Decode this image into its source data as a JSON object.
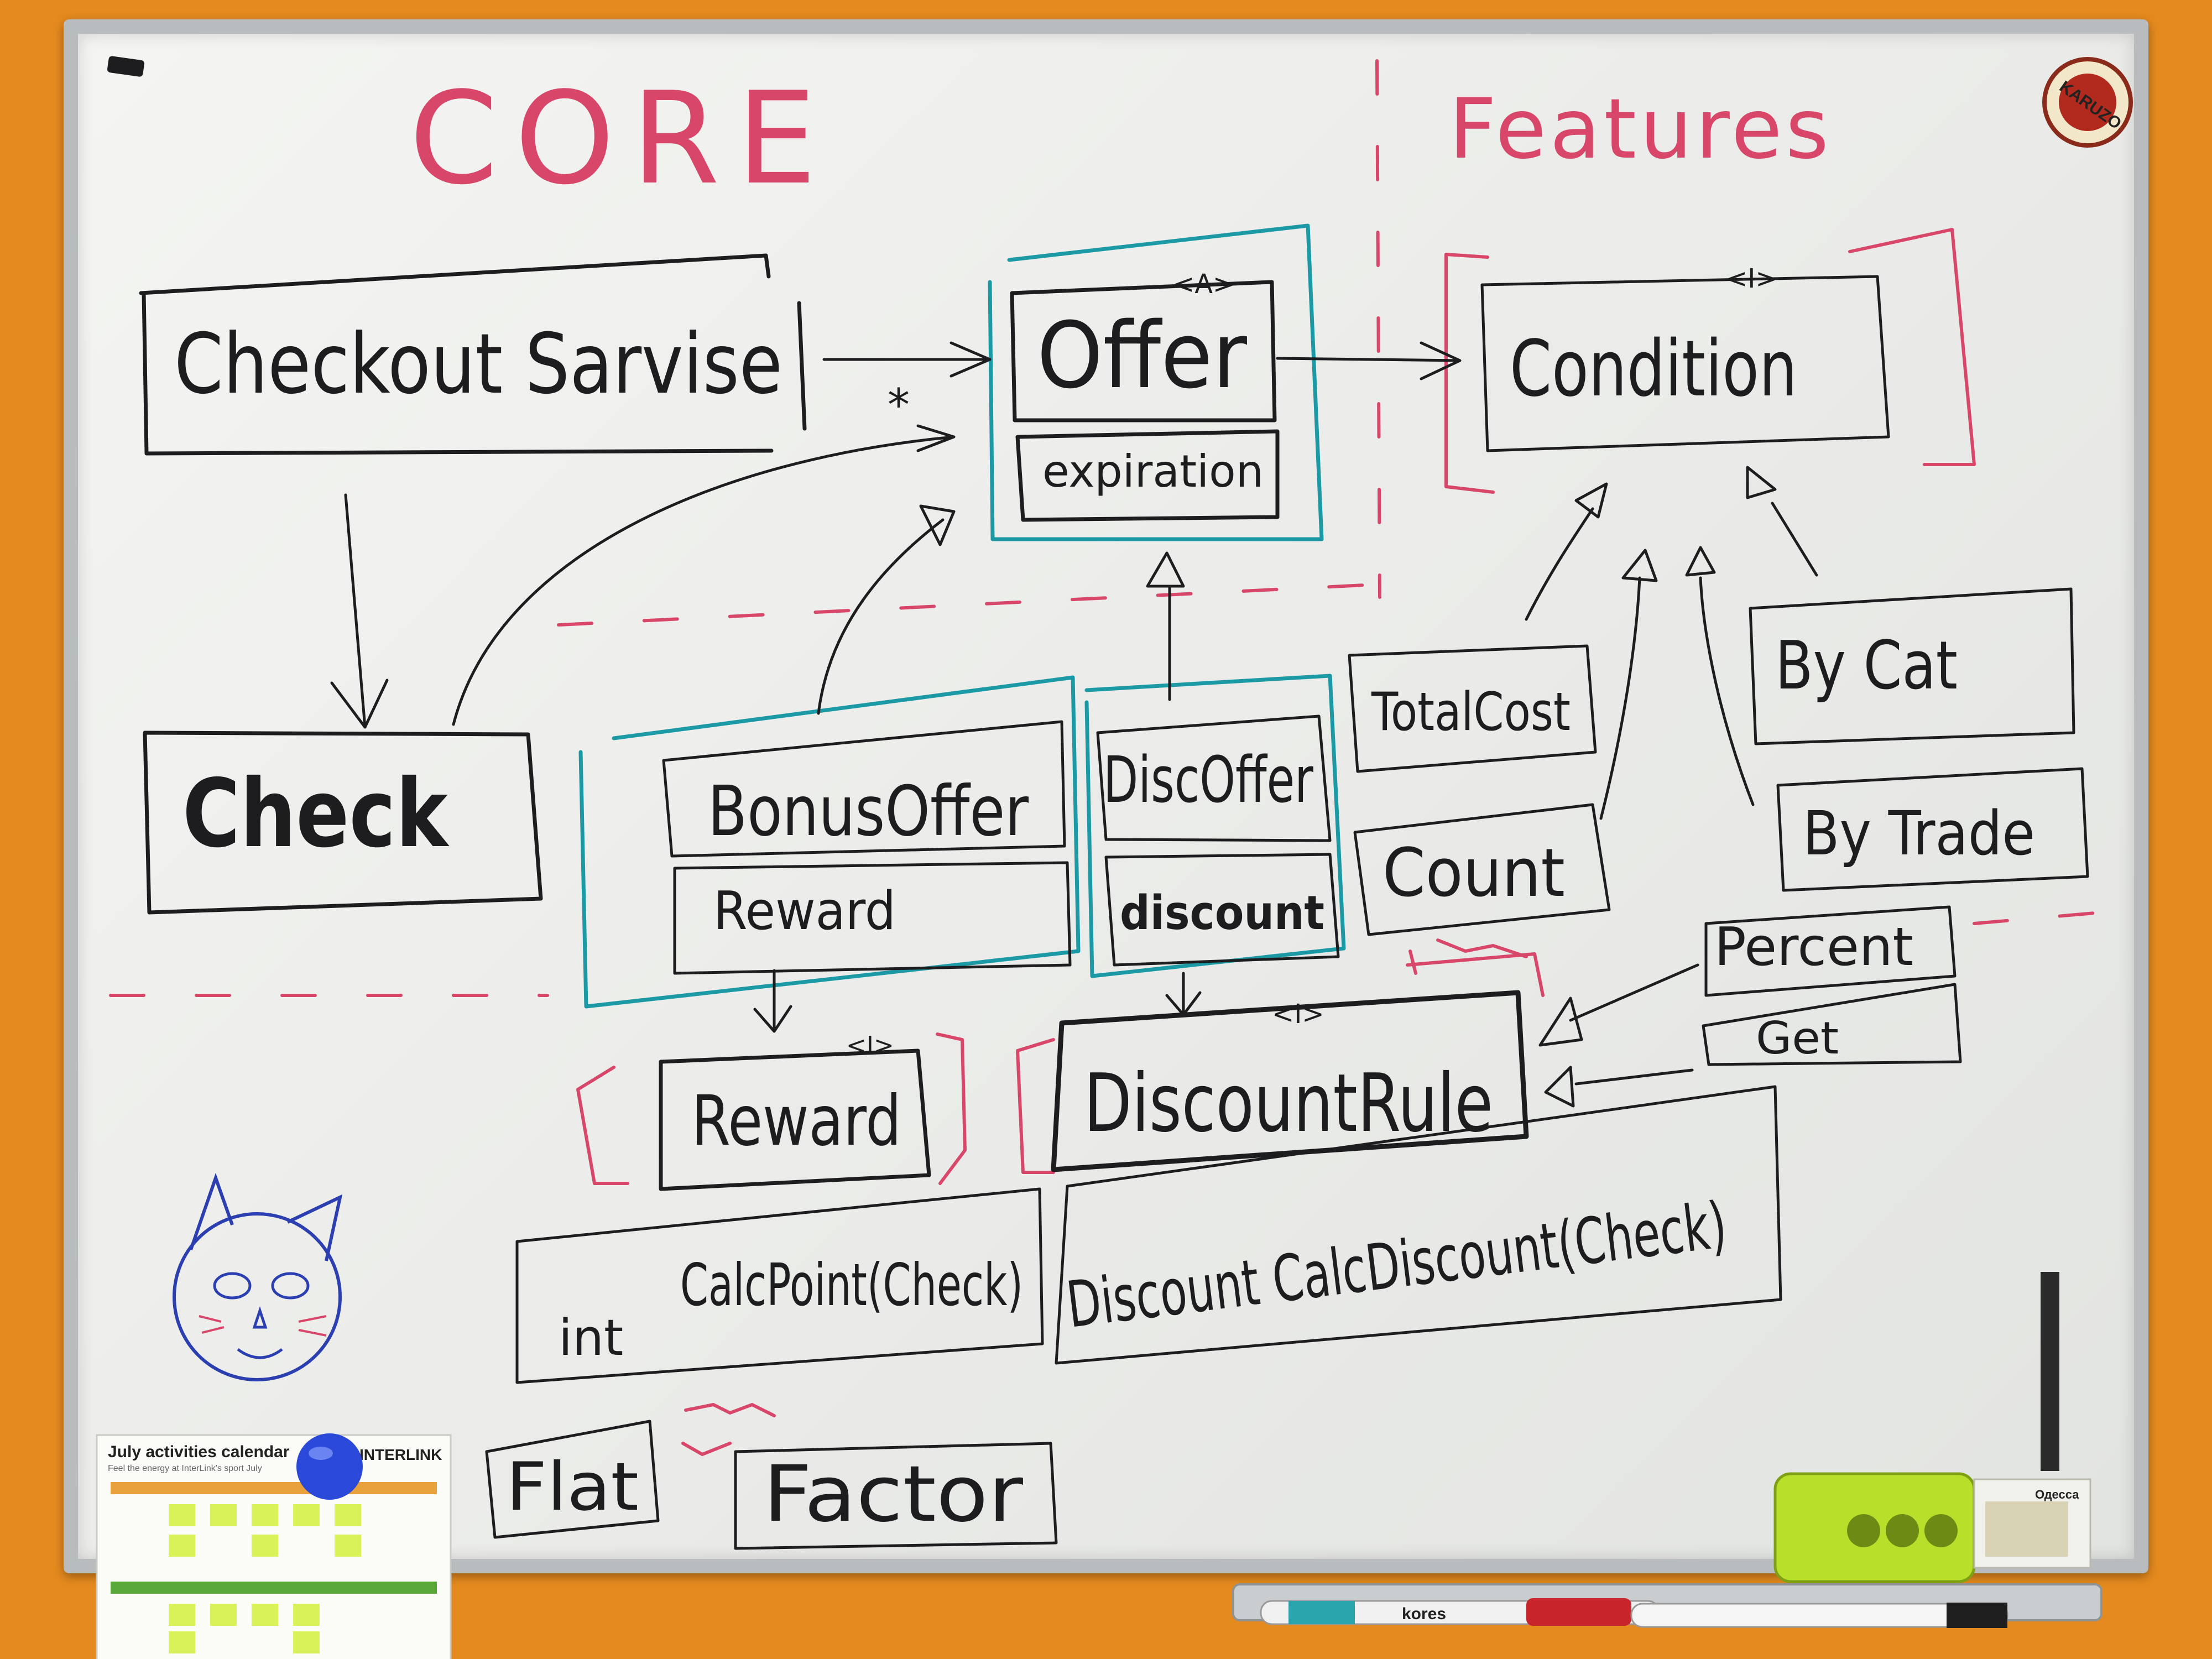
{
  "headings": {
    "core": "CORE",
    "features": "Features"
  },
  "classes": {
    "checkout_service": "Checkout Sarvise",
    "offer": "Offer",
    "offer_field": "expiration",
    "abstract_mark": "<A>",
    "interface_mark": "<I>",
    "condition": "Condition",
    "check": "Check",
    "bonus_offer": "BonusOffer",
    "bonus_field": "Reward",
    "disc_offer": "DiscOffer",
    "disc_field": "discount",
    "reward": "Reward",
    "discount_rule": "DiscountRule",
    "total_cost": "TotalCost",
    "count": "Count",
    "by_cat": "By Cat",
    "by_trade": "By Trade",
    "percent": "Percent",
    "get": "Get",
    "flat": "Flat",
    "factor": "Factor"
  },
  "methods": {
    "calc_point_type": "int",
    "calc_point": "CalcPoint(Check)",
    "calc_discount": "Discount CalcDiscount(Check)"
  },
  "multiplicity": "*",
  "calendar": {
    "title": "July activities calendar",
    "subtitle": "Feel the energy at InterLink's sport July",
    "brand": "INTERLINK"
  },
  "sticker": {
    "brand": "KARUZO"
  },
  "postcard": {
    "city": "Одесса"
  },
  "markers": {
    "brand": "kores"
  },
  "colors": {
    "ink_black": "#1d1d1f",
    "ink_teal": "#1b9aa6",
    "ink_pink": "#d8476a",
    "wall": "#e58a1e",
    "eraser": "#b8e02a",
    "magnet": "#2b49d8"
  }
}
